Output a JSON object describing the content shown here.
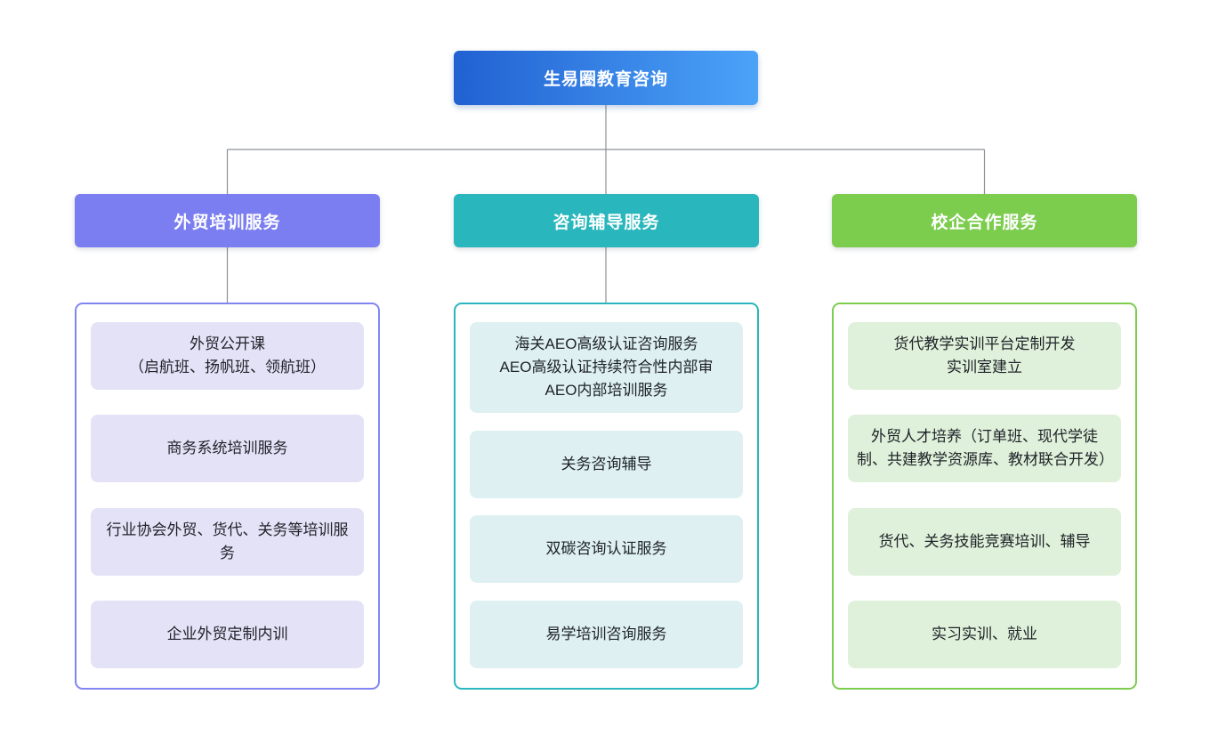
{
  "root": {
    "label": "生易圈教育咨询"
  },
  "branches": [
    {
      "label": "外贸培训服务",
      "items": [
        "外贸公开课\n（启航班、扬帆班、领航班）",
        "商务系统培训服务",
        "行业协会外贸、货代、关务等培训服务",
        "企业外贸定制内训"
      ]
    },
    {
      "label": "咨询辅导服务",
      "items": [
        "海关AEO高级认证咨询服务\nAEO高级认证持续符合性内部审\nAEO内部培训服务",
        "关务咨询辅导",
        "双碳咨询认证服务",
        "易学培训咨询服务"
      ]
    },
    {
      "label": "校企合作服务",
      "items": [
        "货代教学实训平台定制开发\n实训室建立",
        "外贸人才培养（订单班、现代学徒制、共建教学资源库、教材联合开发）",
        "货代、关务技能竞赛培训、辅导",
        "实习实训、就业"
      ]
    }
  ],
  "colors": {
    "root_gradient_start": "#2161D2",
    "root_gradient_end": "#4BA3F8",
    "branch1_accent": "#7B7EF0",
    "branch1_item_bg": "#E4E2F7",
    "branch2_accent": "#29B6BC",
    "branch2_item_bg": "#DEF0F1",
    "branch3_accent": "#7CCC4E",
    "branch3_item_bg": "#DFF1DA",
    "connector": "#8B9197",
    "item_text": "#1E2228",
    "header_text": "#FFFFFF"
  }
}
